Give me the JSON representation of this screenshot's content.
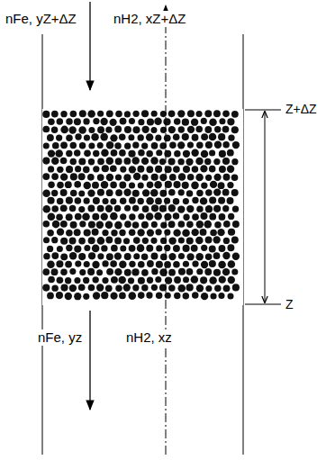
{
  "diagram": {
    "labels": [
      "nFe, yZ+ΔZ",
      "nH2, xZ+ΔZ",
      "nFe, yz",
      "nH2, xz",
      "Z+ΔZ",
      "Z"
    ]
  }
}
